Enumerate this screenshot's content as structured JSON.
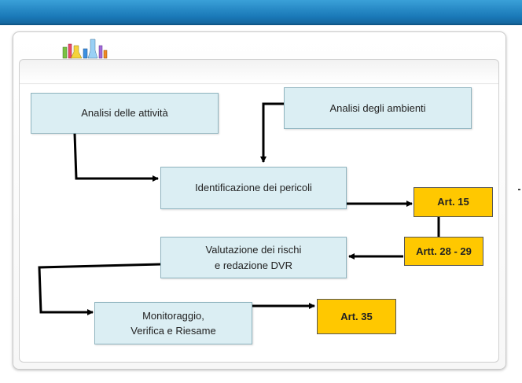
{
  "nodes": {
    "analisi_attivita": "Analisi delle attività",
    "analisi_ambienti": "Analisi degli ambienti",
    "identificazione": "Identificazione dei pericoli",
    "valutazione": "Valutazione dei rischi\ne redazione DVR",
    "monitoraggio": "Monitoraggio,\nVerifica e Riesame"
  },
  "articles": {
    "art15": "Art. 15",
    "art28_29": "Artt. 28 - 29",
    "art35": "Art. 35"
  },
  "colors": {
    "header_bar": "#1a79b8",
    "process_box": "#dbeef3",
    "article_box": "#ffc800",
    "connector": "#000000"
  },
  "icons": {
    "logo": "laboratory-glassware-icon"
  }
}
